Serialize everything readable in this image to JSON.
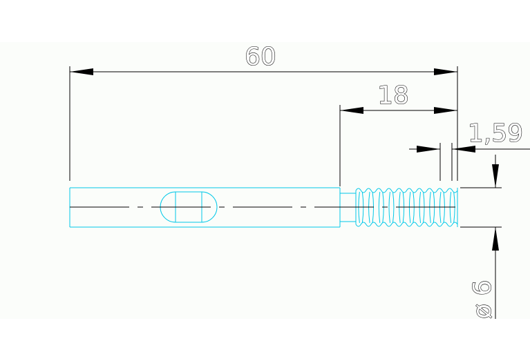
{
  "dimensions": {
    "overall_length": "60",
    "thread_length": "18",
    "pitch": "1,59",
    "diameter": "ø 6"
  },
  "colors": {
    "part_outline": "#00c8e8",
    "dimension_lines": "#000000",
    "sheet_background": "#fbfdfa"
  }
}
